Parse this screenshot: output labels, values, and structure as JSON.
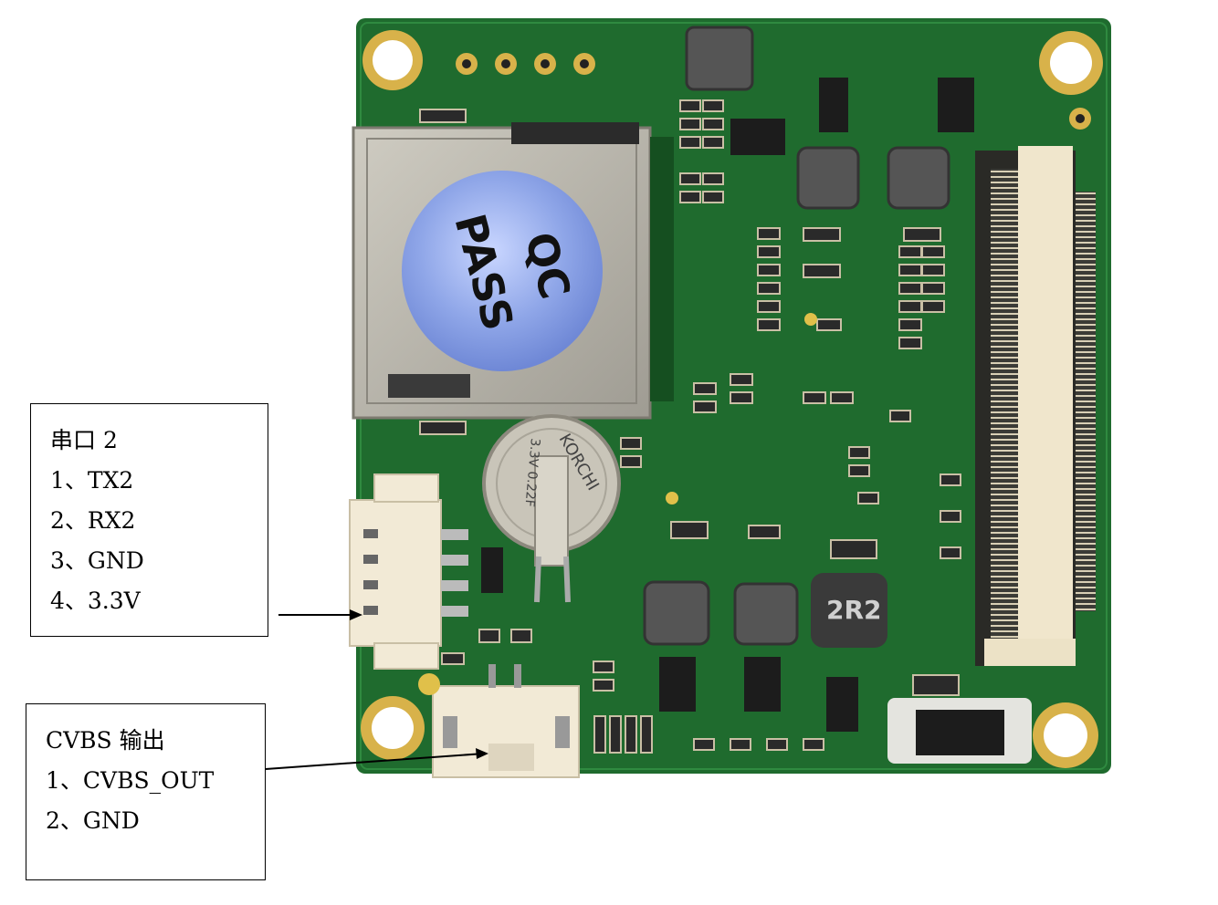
{
  "uart_callout": {
    "title": "串口 2",
    "pins": [
      "1、TX2",
      "2、RX2",
      "3、GND",
      "4、3.3V"
    ]
  },
  "cvbs_callout": {
    "title": "CVBS 输出",
    "pins": [
      "1、CVBS_OUT",
      "2、GND"
    ]
  },
  "board": {
    "sticker_line1": "QC",
    "sticker_line2": "PASS",
    "inductor_marking": "2R2",
    "battery_marking": "KORCHI",
    "battery_spec": "3.3V 0.22F",
    "colors": {
      "pcb": "#1f6b2e",
      "pcb_dark": "#154f20",
      "pad_gold": "#d8b24a",
      "connector": "#f2ead6",
      "metal": "#b9b7ae",
      "sticker": "#8fa6e8"
    }
  }
}
